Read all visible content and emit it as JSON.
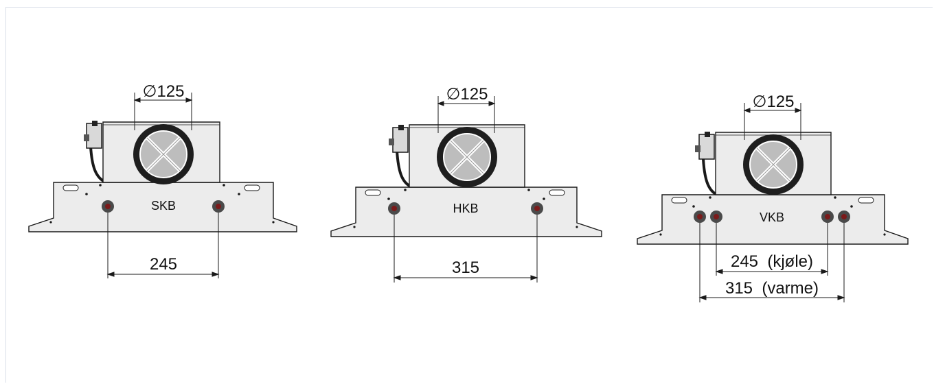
{
  "units": [
    {
      "name": "SKB",
      "diameter": "∅125",
      "dimensions": [
        "245"
      ]
    },
    {
      "name": "HKB",
      "diameter": "∅125",
      "dimensions": [
        "315"
      ]
    },
    {
      "name": "VKB",
      "diameter": "∅125",
      "dimensions": [
        "245  (kjøle)",
        "315  (varme)"
      ]
    }
  ],
  "colors": {
    "body_fill": "#ececec",
    "outline": "#1a1a1a",
    "duct_ring": "#1e1e1e",
    "duct_inner": "#bdbdbd",
    "port_fill": "#7a1a1a",
    "frame_border": "#d7dee8"
  }
}
